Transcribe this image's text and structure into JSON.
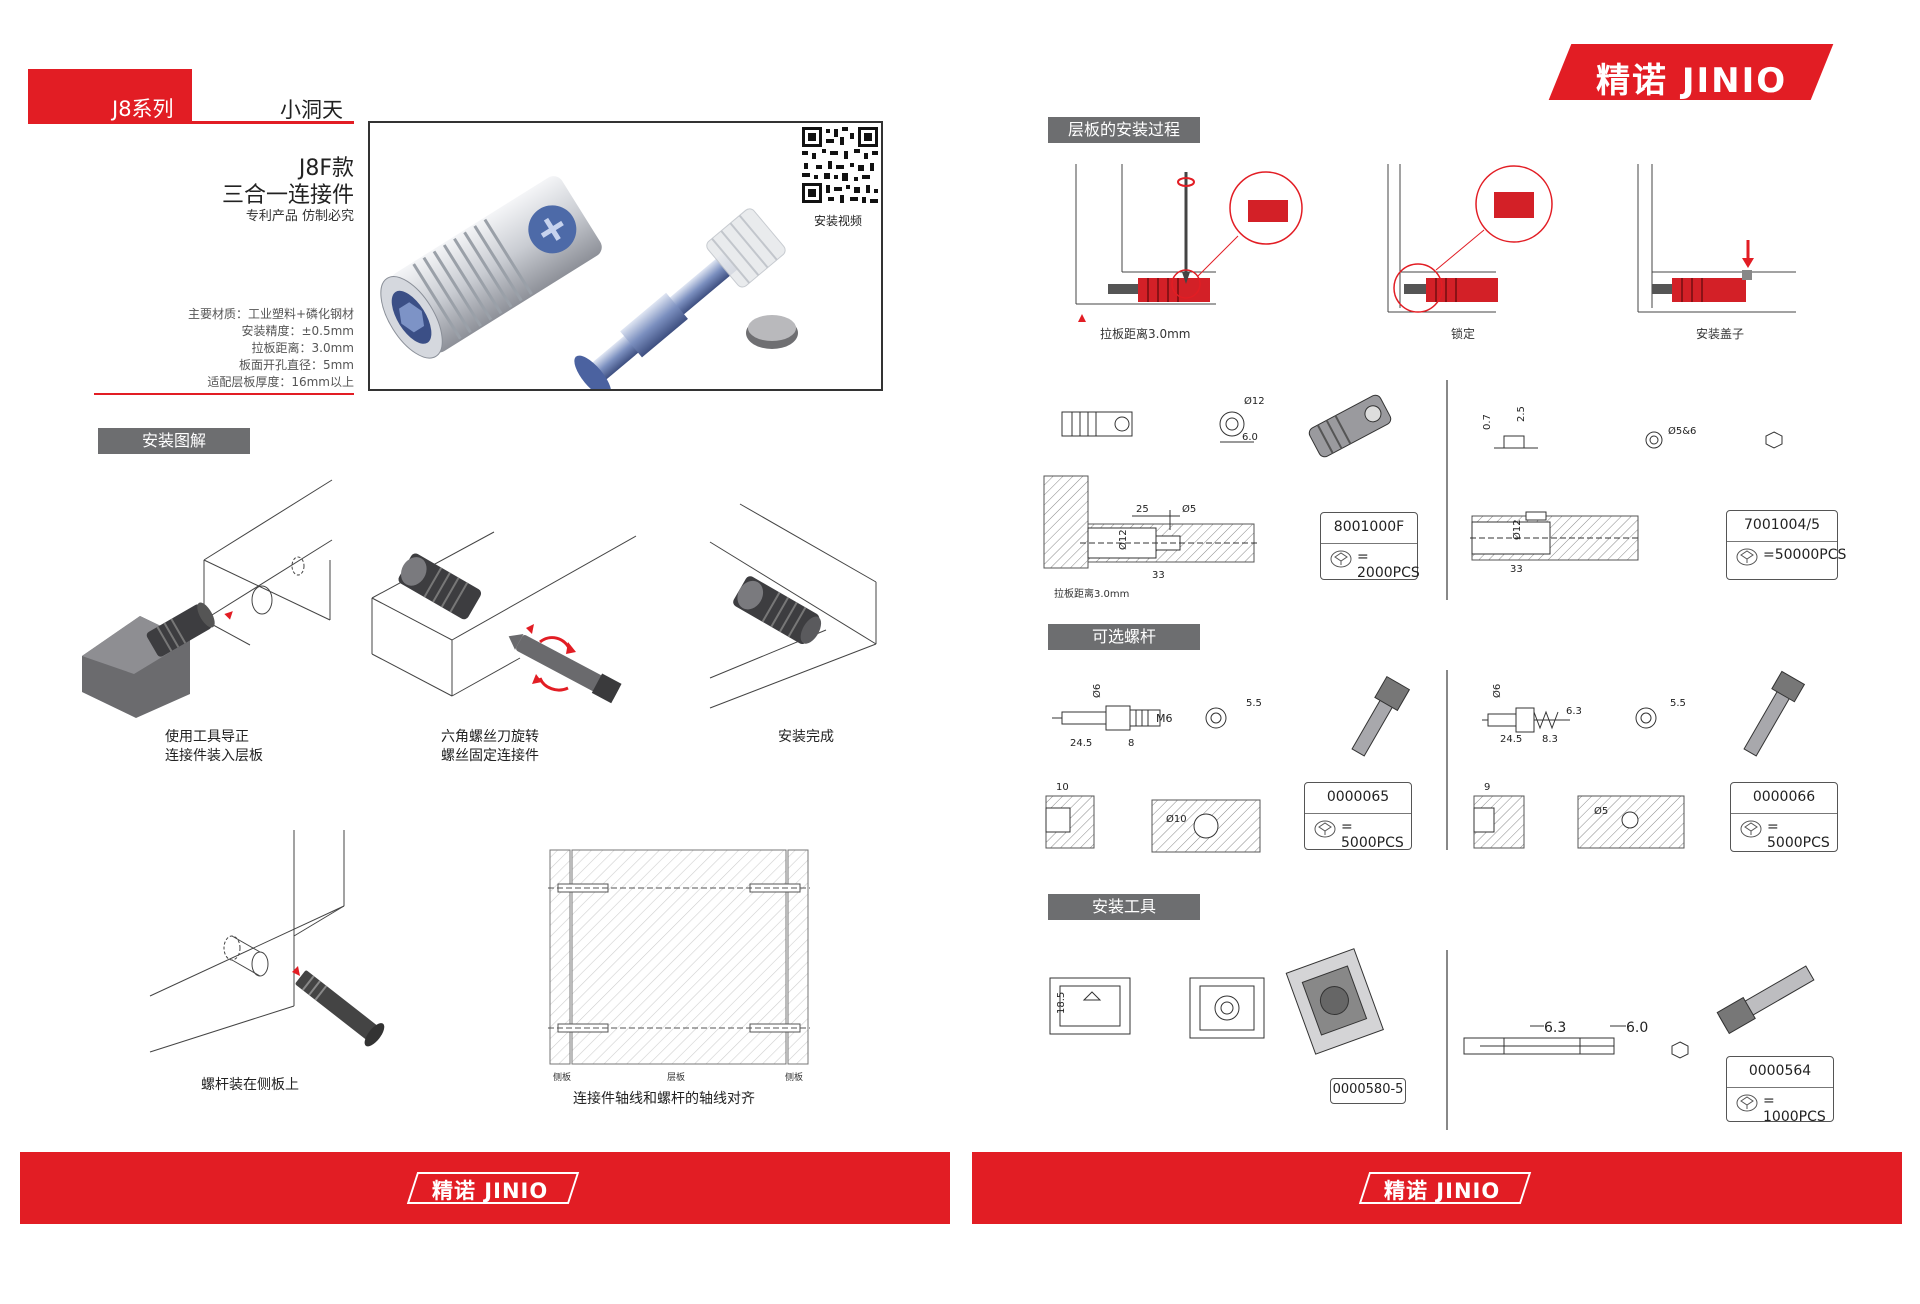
{
  "brand": {
    "name": "精诺 JINIO",
    "red": "#e21d24",
    "gray": "#6d6e70"
  },
  "left": {
    "series_label": "J8系列",
    "series_name": "小洞天",
    "model": "J8F款",
    "product_name": "三合一连接件",
    "patent": "专利产品  仿制必究",
    "qr_caption": "安装视频",
    "specs": [
      "主要材质：工业塑料+磷化钢材",
      "安装精度：±0.5mm",
      "拉板距离：3.0mm",
      "板面开孔直径：5mm",
      "适配层板厚度：16mm以上"
    ],
    "section_install": "安装图解",
    "steps": [
      [
        "使用工具导正",
        "连接件装入层板"
      ],
      [
        "六角螺丝刀旋转",
        "螺丝固定连接件"
      ],
      [
        "安装完成"
      ]
    ],
    "step4": "螺杆装在侧板上",
    "align_caption": "连接件轴线和螺杆的轴线对齐",
    "align_labels": [
      "侧板",
      "层板",
      "侧板"
    ]
  },
  "right": {
    "section_process": "层板的安装过程",
    "process_labels": [
      "拉板距离3.0mm",
      "锁定",
      "安装盖子"
    ],
    "row1": {
      "dims": [
        "Ø12",
        "6.0",
        "25",
        "Ø5",
        "Ø12",
        "33",
        "0.7",
        "2.5",
        "Ø5&6",
        "Ø12",
        "33"
      ],
      "pull_label": "拉板距离3.0mm",
      "box1": {
        "code": "8001000F",
        "qty": "= 2000PCS"
      },
      "box2": {
        "code": "7001004/5",
        "qty": "=50000PCS"
      }
    },
    "section_screw": "可选螺杆",
    "row2": {
      "dims_a": [
        "Ø6",
        "M6",
        "24.5",
        "8",
        "5.5",
        "10",
        "Ø10"
      ],
      "dims_b": [
        "Ø6",
        "6.3",
        "24.5",
        "8.3",
        "5.5",
        "9",
        "Ø5"
      ],
      "box1": {
        "code": "0000065",
        "qty": "= 5000PCS"
      },
      "box2": {
        "code": "0000066",
        "qty": "= 5000PCS"
      }
    },
    "section_tool": "安装工具",
    "row3": {
      "dims": [
        "18.5",
        "6.3",
        "6.0"
      ],
      "box1": {
        "code": "0000580-5"
      },
      "box2": {
        "code": "0000564",
        "qty": "= 1000PCS"
      }
    }
  },
  "footer": {
    "logo_left": "精诺 JINIO",
    "logo_right": "精诺 JINIO"
  }
}
